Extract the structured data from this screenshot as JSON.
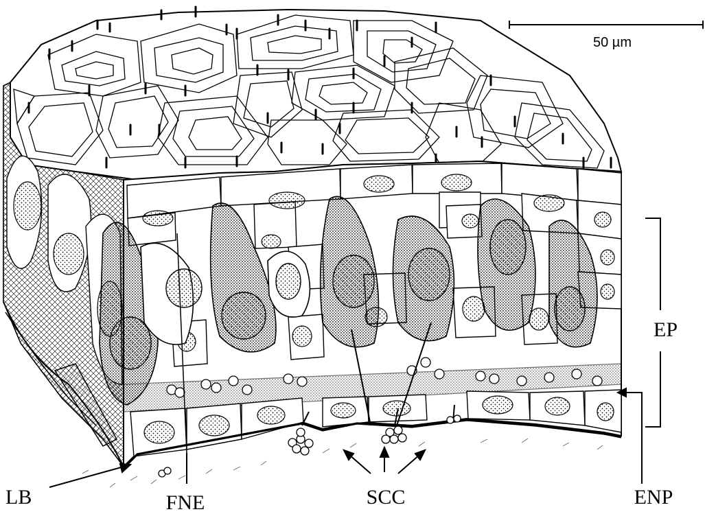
{
  "figure": {
    "scale_bar_label": "50 µm",
    "labels": {
      "lb": "LB",
      "fne": "FNE",
      "scc": "SCC",
      "enp": "ENP",
      "ep": "EP"
    }
  },
  "colors": {
    "ink": "#000000",
    "paper": "#ffffff"
  }
}
